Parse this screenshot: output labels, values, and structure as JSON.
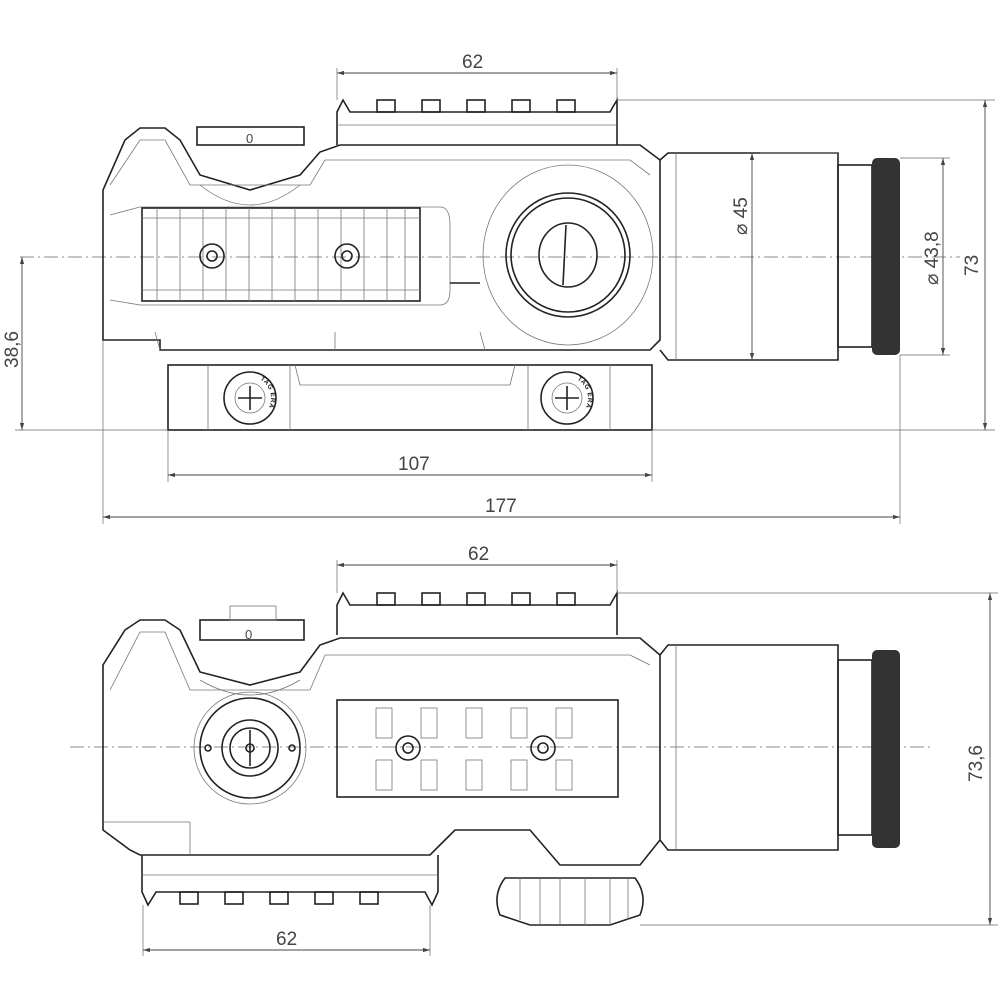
{
  "top_view": {
    "dim_rail_length": "62",
    "dim_tube_diameter": "⌀ 45",
    "dim_eyepiece_diameter": "⌀ 43,8",
    "dim_height": "73",
    "dim_axis_height": "38,6",
    "dim_mount_length": "107",
    "dim_overall_length": "177",
    "turret_marking": "0",
    "mount_logo_text": "TAG ERA"
  },
  "bottom_view": {
    "dim_top_rail_length": "62",
    "dim_height": "73,6",
    "dim_bottom_rail_length": "62",
    "turret_marking": "0"
  }
}
